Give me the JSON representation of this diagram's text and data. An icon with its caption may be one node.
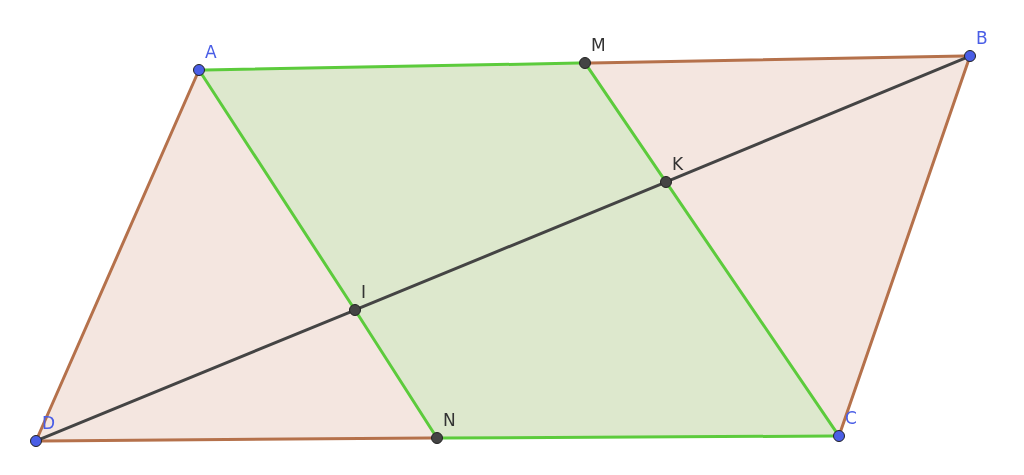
{
  "diagram": {
    "nodes": [
      {
        "text": [
          "A"
        ]
      },
      {
        "text": [
          "M"
        ]
      },
      {
        "text": [
          "B"
        ]
      },
      {
        "text": [
          "K"
        ]
      },
      {
        "text": [
          "I"
        ]
      },
      {
        "text": [
          "D"
        ]
      },
      {
        "text": [
          "N"
        ]
      },
      {
        "text": [
          "C"
        ]
      }
    ],
    "edges": [
      {
        "from": 0,
        "to": 1,
        "arrow": "none"
      },
      {
        "from": 1,
        "to": 2,
        "arrow": "none",
        "color": "#b5714b"
      },
      {
        "from": 2,
        "to": 7,
        "arrow": "none",
        "color": "#b5714b"
      },
      {
        "from": 7,
        "to": 6,
        "arrow": "none"
      },
      {
        "from": 6,
        "to": 5,
        "arrow": "none",
        "color": "#b5714b"
      },
      {
        "from": 5,
        "to": 0,
        "arrow": "none",
        "color": "#b5714b"
      },
      {
        "from": 0,
        "to": 4,
        "arrow": "none"
      },
      {
        "from": 4,
        "to": 6,
        "arrow": "none"
      },
      {
        "from": 1,
        "to": 3,
        "arrow": "none"
      },
      {
        "from": 3,
        "to": 7,
        "arrow": "none"
      },
      {
        "from": 5,
        "to": 4,
        "arrow": "none",
        "color": "#444444"
      },
      {
        "from": 4,
        "to": 3,
        "arrow": "none",
        "color": "#444444"
      },
      {
        "from": 3,
        "to": 2,
        "arrow": "none",
        "color": "#444444"
      }
    ]
  }
}
